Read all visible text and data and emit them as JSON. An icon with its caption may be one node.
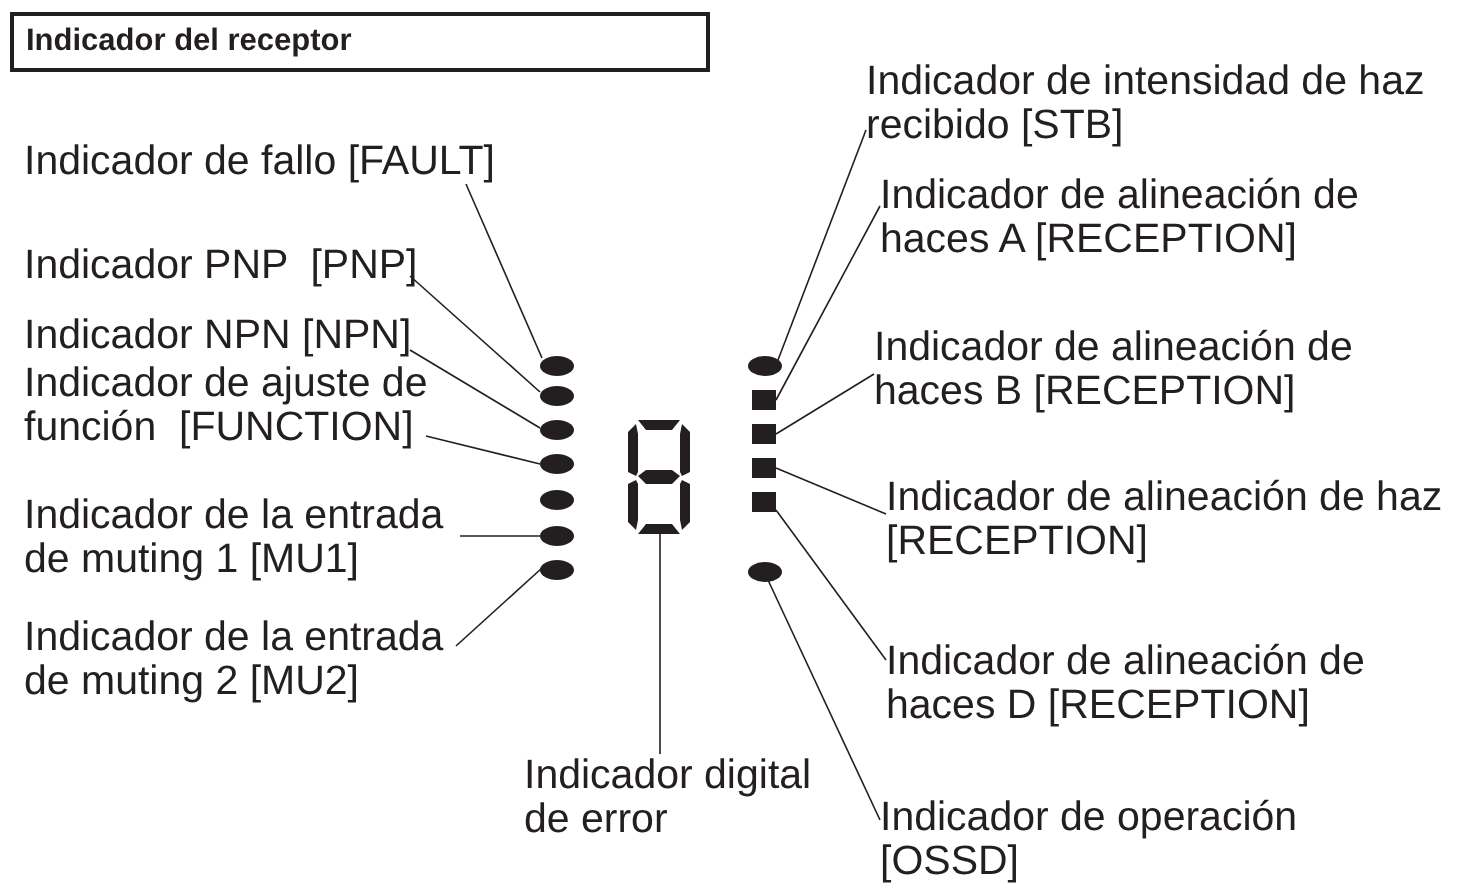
{
  "diagram": {
    "title": "Indicador del receptor",
    "nodes": [
      {
        "text": [
          "Indicador de fallo [FAULT]"
        ]
      },
      {
        "text": [
          "Indicador PNP  [PNP]"
        ]
      },
      {
        "text": [
          "Indicador NPN [NPN]"
        ]
      },
      {
        "text": [
          "Indicador de ajuste de función  [FUNCTION]"
        ]
      },
      {
        "text": [
          "Indicador de la entrada de muting 1 [MU1]"
        ]
      },
      {
        "text": [
          "Indicador de la entrada de muting 2 [MU2]"
        ]
      },
      {
        "text": [
          "Indicador digital de error"
        ]
      },
      {
        "text": [
          "Indicador de intensidad de haz recibido [STB]"
        ]
      },
      {
        "text": [
          "Indicador de alineación de haces A [RECEPTION]"
        ]
      },
      {
        "text": [
          "Indicador de alineación de haces B [RECEPTION]"
        ]
      },
      {
        "text": [
          "Indicador de alineación de haz [RECEPTION]"
        ]
      },
      {
        "text": [
          "Indicador de alineación de haces D [RECEPTION]"
        ]
      },
      {
        "text": [
          "Indicador de operación [OSSD]"
        ]
      },
      {
        "text": [],
        "shape": "circle"
      },
      {
        "text": [],
        "shape": "circle"
      },
      {
        "text": [],
        "shape": "circle"
      },
      {
        "text": [],
        "shape": "circle"
      },
      {
        "text": [],
        "shape": "circle"
      },
      {
        "text": [],
        "shape": "circle"
      },
      {
        "text": [],
        "shape": "circle"
      },
      {
        "text": [],
        "shape": "picture"
      },
      {
        "text": [],
        "shape": "circle"
      },
      {
        "text": [],
        "shape": "box"
      },
      {
        "text": [],
        "shape": "box"
      },
      {
        "text": [],
        "shape": "box"
      },
      {
        "text": [],
        "shape": "box"
      },
      {
        "text": [],
        "shape": "circle"
      }
    ],
    "edges": [
      {
        "from": 0,
        "to": 13,
        "arrow": "none"
      },
      {
        "from": 1,
        "to": 14,
        "arrow": "none"
      },
      {
        "from": 2,
        "to": 15,
        "arrow": "none"
      },
      {
        "from": 3,
        "to": 16,
        "arrow": "none"
      },
      {
        "from": 4,
        "to": 18,
        "arrow": "none"
      },
      {
        "from": 5,
        "to": 19,
        "arrow": "none"
      },
      {
        "from": 6,
        "to": 20,
        "arrow": "none"
      },
      {
        "from": 7,
        "to": 21,
        "arrow": "none"
      },
      {
        "from": 8,
        "to": 22,
        "arrow": "none"
      },
      {
        "from": 9,
        "to": 23,
        "arrow": "none"
      },
      {
        "from": 10,
        "to": 24,
        "arrow": "none"
      },
      {
        "from": 11,
        "to": 25,
        "arrow": "none"
      },
      {
        "from": 12,
        "to": 26,
        "arrow": "none"
      }
    ]
  }
}
